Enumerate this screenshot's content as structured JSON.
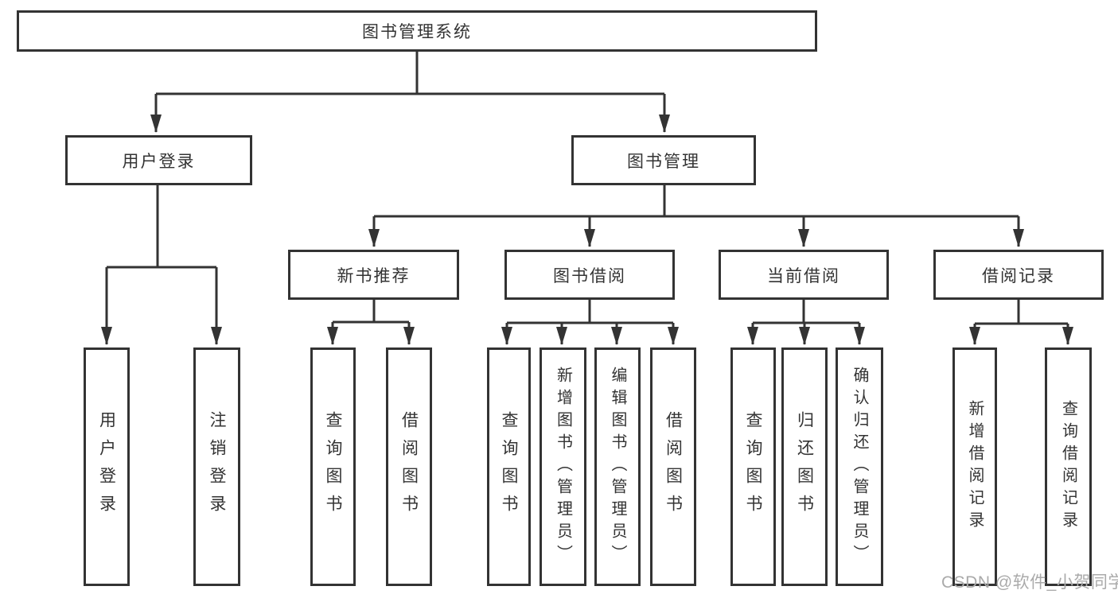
{
  "diagram": {
    "type": "hierarchy-tree",
    "root": {
      "label": "图书管理系统"
    },
    "level2": [
      {
        "label": "用户登录",
        "parent": "图书管理系统"
      },
      {
        "label": "图书管理",
        "parent": "图书管理系统"
      }
    ],
    "level3": [
      {
        "label": "新书推荐",
        "parent": "图书管理"
      },
      {
        "label": "图书借阅",
        "parent": "图书管理"
      },
      {
        "label": "当前借阅",
        "parent": "图书管理"
      },
      {
        "label": "借阅记录",
        "parent": "图书管理"
      }
    ],
    "leaves": [
      {
        "label": "用户登录",
        "parent": "用户登录"
      },
      {
        "label": "注销登录",
        "parent": "用户登录"
      },
      {
        "label": "查询图书",
        "parent": "新书推荐"
      },
      {
        "label": "借阅图书",
        "parent": "新书推荐"
      },
      {
        "label": "查询图书",
        "parent": "图书借阅"
      },
      {
        "label": "新增图书（管理员）",
        "parent": "图书借阅"
      },
      {
        "label": "编辑图书（管理员）",
        "parent": "图书借阅"
      },
      {
        "label": "借阅图书",
        "parent": "图书借阅"
      },
      {
        "label": "查询图书",
        "parent": "当前借阅"
      },
      {
        "label": "归还图书",
        "parent": "当前借阅"
      },
      {
        "label": "确认归还（管理员）",
        "parent": "当前借阅"
      },
      {
        "label": "新增借阅记录",
        "parent": "借阅记录"
      },
      {
        "label": "查询借阅记录",
        "parent": "借阅记录"
      }
    ]
  },
  "watermark": {
    "text": "CSDN @软件_小贺同学"
  },
  "colors": {
    "line": "#333333",
    "box_border": "#333333",
    "text": "#333333",
    "watermark": "#aaaaaa",
    "background": "#ffffff"
  }
}
